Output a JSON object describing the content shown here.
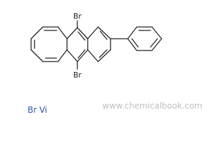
{
  "molecule": {
    "atom_labels": {
      "top_bromine": "Br",
      "bottom_bromine": "Br"
    },
    "colors": {
      "bond": "#222222",
      "label_text": "#222222",
      "footer_text": "#2a55a8",
      "watermark_text": "#bfbfbf"
    }
  },
  "footer": {
    "label": "Br Vi"
  },
  "watermark": {
    "text": "www.chemicalbook.com"
  }
}
